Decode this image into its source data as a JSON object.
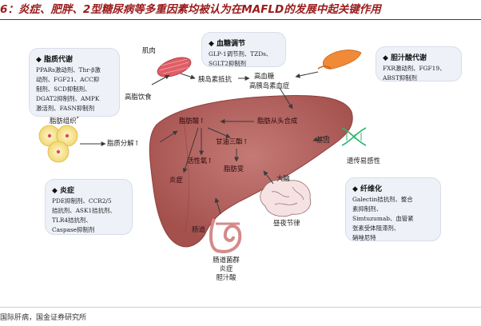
{
  "title": "6：炎症、肥胖、2型糖尿病等多重因素均被认为在MAFLD的发展中起关键作用",
  "boxes": {
    "lipid": {
      "title": "◆ 脂质代谢",
      "lines": [
        "PPARs激动剂、Thr-β激",
        "动剂、FGF21、ACC抑",
        "制剂、SCD抑制剂、",
        "DGAT2抑制剂、AMPK",
        "激活剂、FASN抑制剂"
      ]
    },
    "glucose": {
      "title": "◆ 血糖调节",
      "lines": [
        "GLP-1调节剂、TZDs、",
        "SGLT2抑制剂"
      ]
    },
    "bile": {
      "title": "◆ 胆汁酸代谢",
      "lines": [
        "FXR激动剂、FGF19、",
        "ABST抑制剂"
      ]
    },
    "inflammation": {
      "title": "◆ 炎症",
      "lines": [
        "PDE抑制剂、CCR2/5",
        "拮抗剂、ASK1拮抗剂、",
        "TLR4拮抗剂、",
        "Caspase抑制剂"
      ]
    },
    "fibrosis": {
      "title": "◆ 纤维化",
      "lines": [
        "Galectin拮抗剂、整合",
        "素抑制剂、",
        "Simtuzumab、血管紧",
        "张素受体阻滞剂、",
        "硝唑尼特"
      ]
    }
  },
  "labels": {
    "muscle": "肌肉",
    "high_fat_diet": "高脂饮食",
    "insulin_resistance": "胰岛素抵抗",
    "high_glucose": "高血糖",
    "hyperinsulinemia": "高胰岛素血症",
    "adipose": "脂肪组织",
    "lipolysis": "脂质分解↑",
    "fatty_acid": "脂肪酸↑",
    "de_novo": "脂肪从头合成",
    "triglyceride": "甘油三酯↑",
    "ros": "活性氧↑",
    "inflammation": "炎症",
    "steatosis": "脂肪变",
    "gene": "基因",
    "genetic_susceptibility": "遗传易感性",
    "brain": "大脑",
    "circadian": "昼夜节律",
    "gut": "肠道",
    "gut_microbiota": "肠道菌群",
    "gut_inflammation": "炎症",
    "gut_bile": "胆汁酸"
  },
  "source": "国际肝病，国金证券研究所",
  "colors": {
    "title": "#9a1b1b",
    "liver": "#b5615e",
    "box_bg": "#eef2f8",
    "arrow": "#3a3a3a"
  }
}
